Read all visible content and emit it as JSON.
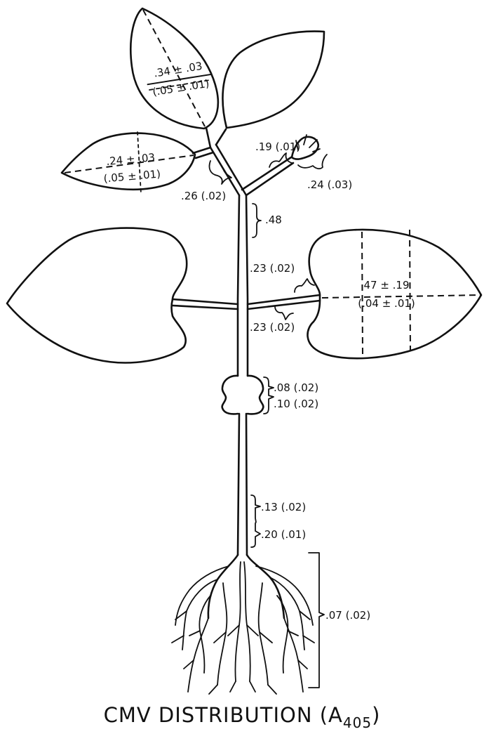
{
  "title": {
    "main": "CMV DISTRIBUTION (A",
    "subscript": "405",
    "close": ")"
  },
  "labels": {
    "top_leaf_upper": ".34 ± .03",
    "top_leaf_lower": "(.05 ± .01)",
    "upper_left_leaf_upper": ".24 ± .03",
    "upper_left_leaf_lower": "(.05 ± .01)",
    "upper_stem": ".26 (.02)",
    "flower_stalk": ".19 (.01)",
    "flower": ".24 (.03)",
    "main_stem": ".48",
    "right_petiole_upper": ".23 (.02)",
    "right_petiole_lower": ".23 (.02)",
    "large_right_leaf_upper": "47 ± .19",
    "large_right_leaf_lower": "(.04 ± .01)",
    "cotyledon_upper": ".08 (.02)",
    "cotyledon_lower": ".10 (.02)",
    "hypocotyl_upper": ".13 (.02)",
    "hypocotyl_lower": ".20 (.01)",
    "roots": ".07 (.02)"
  }
}
